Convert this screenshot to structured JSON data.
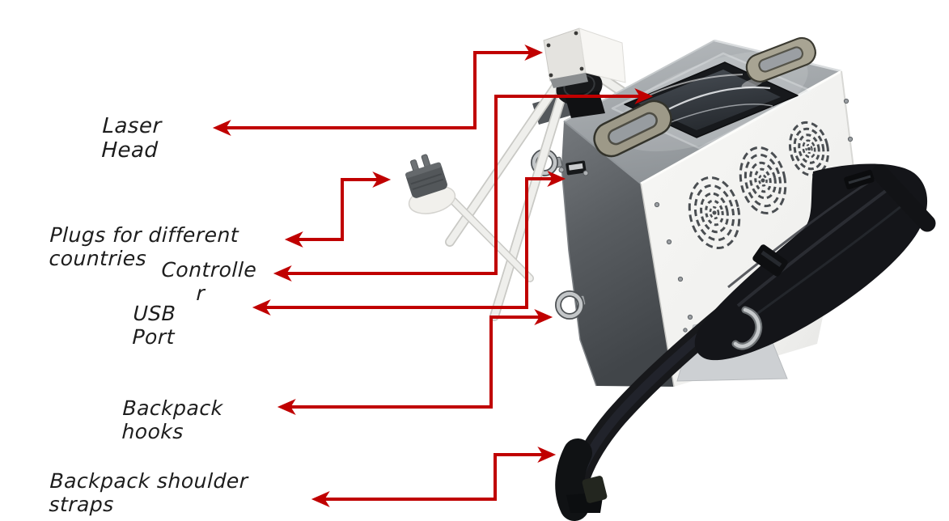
{
  "labels": {
    "laser_head": {
      "line1": "Laser",
      "line2": "Head"
    },
    "plugs": {
      "line1": "Plugs for different",
      "line2": "countries"
    },
    "controller": {
      "line1": "Controlle",
      "line2": "r"
    },
    "usb_port": {
      "line1": "USB",
      "line2": "Port"
    },
    "backpack_hooks": {
      "line1": "Backpack",
      "line2": "hooks"
    },
    "backpack_straps": {
      "line1": "Backpack shoulder",
      "line2": "straps"
    }
  },
  "colors": {
    "background": "#ffffff",
    "arrow_red": "#c00000",
    "label_text": "#1d1d1d",
    "machine_white_face": "#f3f3f1",
    "machine_dark_panel": "#54585c",
    "machine_top_face": "#a4a9ad",
    "strap_black": "#17181b",
    "handle_metal": "#9d9988",
    "foam_base": "#cdd0d3"
  }
}
